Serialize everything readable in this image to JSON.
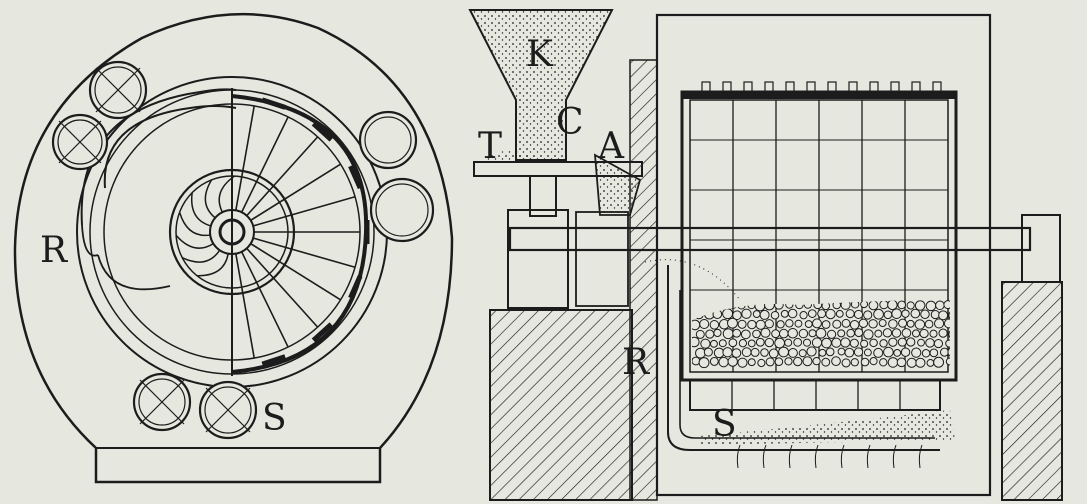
{
  "labels": {
    "left_R": "R",
    "left_S": "S",
    "K": "K",
    "T": "T",
    "C": "C",
    "A": "A",
    "right_R": "R",
    "right_S": "S"
  },
  "colors": {
    "paper": "#e6e8e0",
    "ink": "#1c1c1c"
  }
}
